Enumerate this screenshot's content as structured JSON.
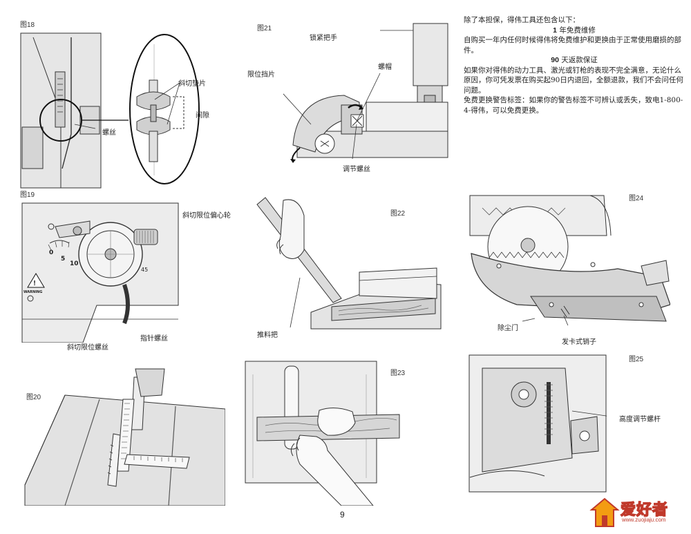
{
  "figures": {
    "fig18": {
      "label": "图18",
      "callouts": {
        "bevel_washer": "斜切垫片",
        "gap": "间隙",
        "screw": "螺丝"
      }
    },
    "fig19": {
      "label": "图19",
      "callouts": {
        "bevel_stop_cam": "斜切限位偏心轮",
        "bevel_stop_screw": "斜切限位螺丝",
        "pointer_screw": "指针螺丝"
      },
      "scale": [
        "0",
        "5",
        "10",
        "45"
      ],
      "warning_sticker": "WARNING"
    },
    "fig20": {
      "label": "图20"
    },
    "fig21": {
      "label": "图21",
      "callouts": {
        "lock_handle": "锁紧把手",
        "stop_plate": "限位挡片",
        "nut": "螺帽",
        "adjust_screw": "调节螺丝"
      }
    },
    "fig22": {
      "label": "图22",
      "callouts": {
        "push_stick": "推料把"
      }
    },
    "fig23": {
      "label": "图23"
    },
    "fig24": {
      "label": "图24",
      "callouts": {
        "dust_door": "除尘门",
        "hairpin": "发卡式销子"
      }
    },
    "fig25": {
      "label": "图25",
      "callouts": {
        "height_screw": "高度调节螺杆"
      }
    }
  },
  "warranty": {
    "intro": "除了本担保，得伟工具还包含以下：",
    "h1_bold": "1",
    "h1_rest": "年免费维修",
    "p1": "自购买一年内任何时候得伟将免费维护和更换由于正常使用磨损的部件。",
    "h2_bold": "90",
    "h2_rest": "天返款保证",
    "p2": "如果你对得伟的动力工具、激光或钉枪的表现不完全满意，无论什么原因，你可凭发票在购买起90日内退回，全额退款，我们不会问任何问题。",
    "p3": "免费更换警告标签：如果你的警告标签不可辨认或丢失，致电1-800-4-得伟，可以免费更换。"
  },
  "page_number": "9",
  "watermark": {
    "text": "爱好者",
    "url": "www.zuojiaju.com"
  }
}
